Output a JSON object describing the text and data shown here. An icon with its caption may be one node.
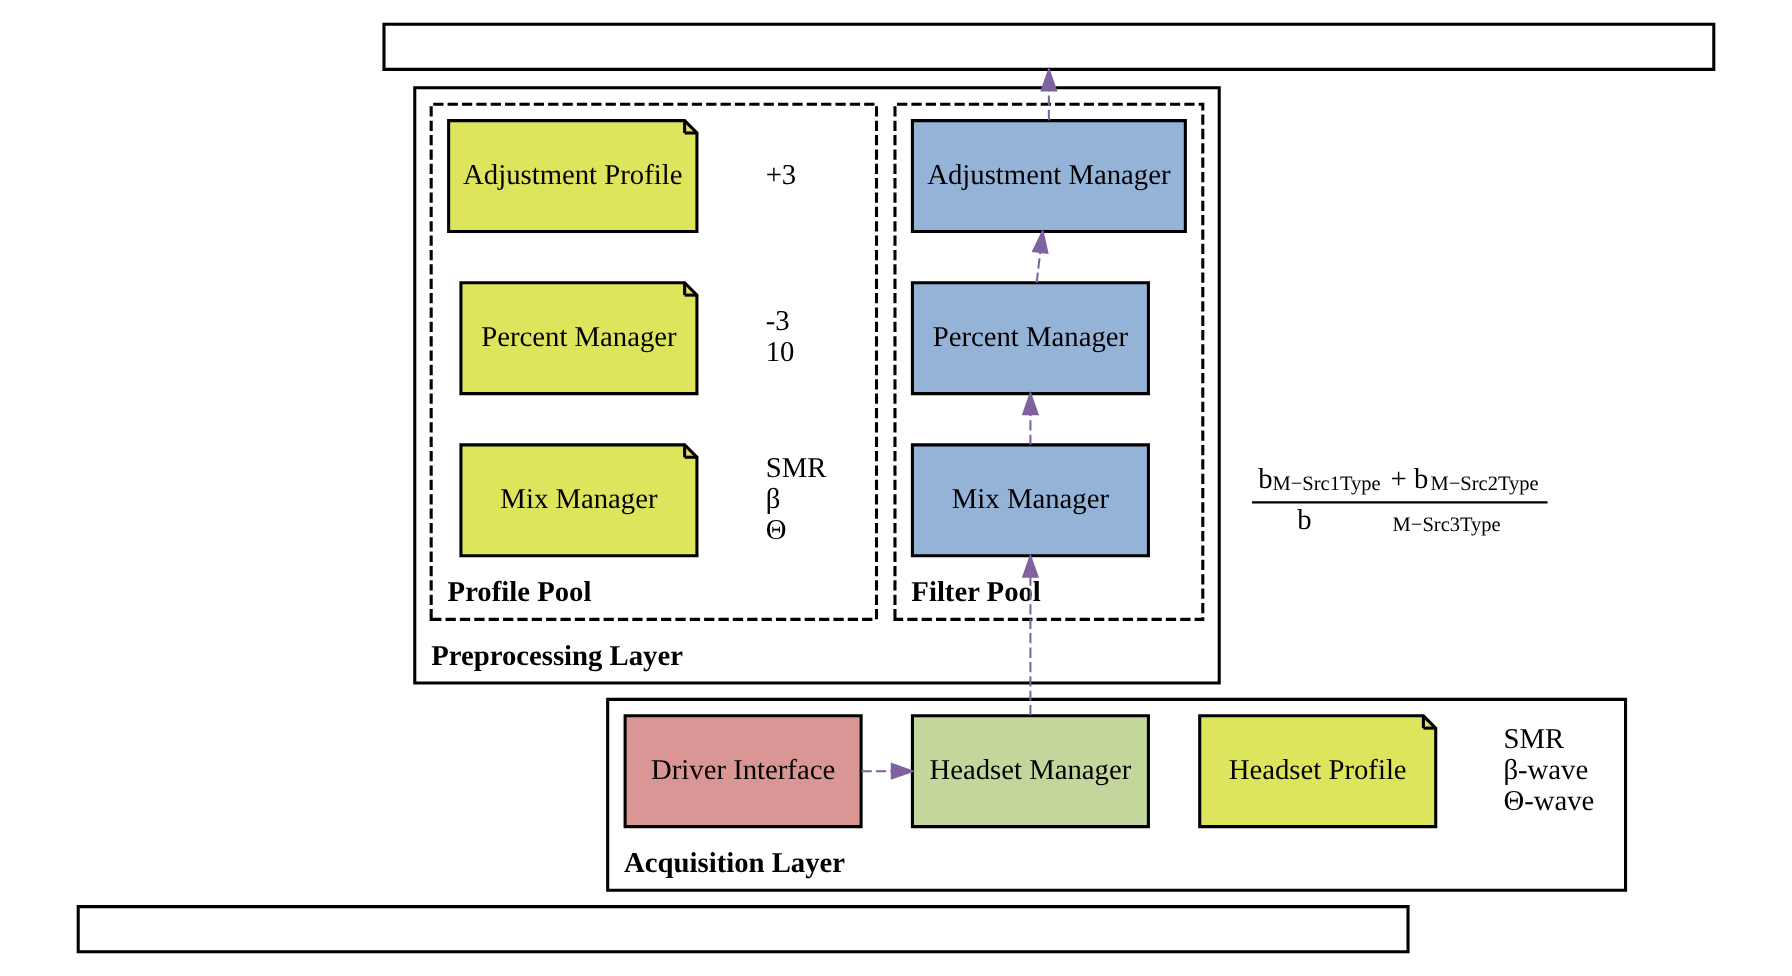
{
  "diagram": {
    "nodes": [
      {
        "text": [],
        "shape": "box"
      },
      {
        "text": [
          "Preprocessing Layer"
        ]
      },
      {
        "text": [
          "Filter Pool"
        ],
        "in": 1
      },
      {
        "text": [
          "Adjustment Manager"
        ],
        "in": 2
      },
      {
        "text": [
          "Percent Manager"
        ],
        "in": 2
      },
      {
        "text": [
          "Mix Manager"
        ],
        "in": 2
      },
      {
        "text": [
          "Profile Pool"
        ],
        "in": 1
      },
      {
        "text": [
          "Adjustment Profile"
        ],
        "in": 6,
        "beside": [
          "+3"
        ]
      },
      {
        "text": [
          "Percent Manager"
        ],
        "in": 6,
        "beside": [
          "-3",
          "10"
        ]
      },
      {
        "text": [
          "Mix Manager"
        ],
        "in": 6,
        "beside": [
          "SMR",
          "β",
          "Θ"
        ]
      },
      {
        "text": [
          "Acquisition Layer"
        ]
      },
      {
        "text": [
          "Driver Interface"
        ],
        "in": 10
      },
      {
        "text": [
          "Headset Manager"
        ],
        "in": 10
      },
      {
        "text": [
          "Headset Profile"
        ],
        "in": 10,
        "beside": [
          "SMR",
          "β-wave",
          "Θ-wave"
        ]
      },
      {
        "text": [],
        "shape": "box"
      }
    ],
    "edges": [
      {
        "from": 11,
        "to": 12,
        "arrow": "to",
        "style": "dashed",
        "color": "#7f63a0"
      },
      {
        "from": 12,
        "to": 5,
        "arrow": "to",
        "style": "dashed",
        "color": "#7f63a0"
      },
      {
        "from": 5,
        "to": 4,
        "arrow": "to",
        "style": "dashed",
        "color": "#7f63a0"
      },
      {
        "from": 4,
        "to": 3,
        "arrow": "to",
        "style": "dashed",
        "color": "#7f63a0"
      },
      {
        "from": 3,
        "to": 0,
        "arrow": "to",
        "style": "dashed",
        "color": "#7f63a0"
      }
    ],
    "labels": [
      "b$_{M−Src1Type}$ + b$_{M−Src2Type}$",
      "b$_{M−Src3Type}$"
    ]
  }
}
